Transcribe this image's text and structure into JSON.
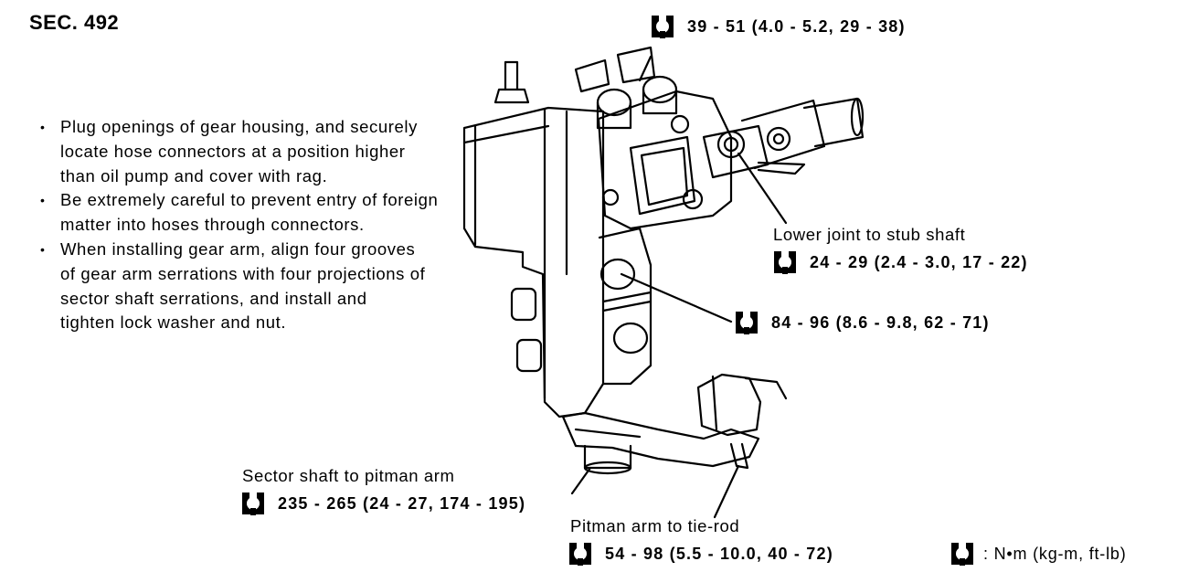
{
  "section": "SEC. 492",
  "notes": [
    "Plug openings of gear housing, and securely locate hose connectors at a position higher than oil pump and cover with rag.",
    "Be extremely careful to prevent entry of foreign matter into hoses through connectors.",
    "When installing gear arm, align four grooves of gear arm serrations with four projections of sector shaft serrations, and install and tighten lock washer and nut."
  ],
  "bullet_glyph": "•",
  "callouts": {
    "top_torque": "39 - 51 (4.0 - 5.2, 29 - 38)",
    "lower_joint_label": "Lower joint to stub shaft",
    "lower_joint_torque": "24 - 29 (2.4 - 3.0, 17 - 22)",
    "housing_torque": "84 - 96 (8.6 - 9.8, 62 - 71)",
    "sector_label": "Sector shaft to pitman arm",
    "sector_torque": "235 - 265 (24 - 27, 174 - 195)",
    "pitman_label": "Pitman arm to tie-rod",
    "pitman_torque": "54 - 98 (5.5 - 10.0, 40 - 72)"
  },
  "legend": {
    "icon": "torque-wrench-icon",
    "text": ": N•m (kg-m, ft-lb)"
  }
}
